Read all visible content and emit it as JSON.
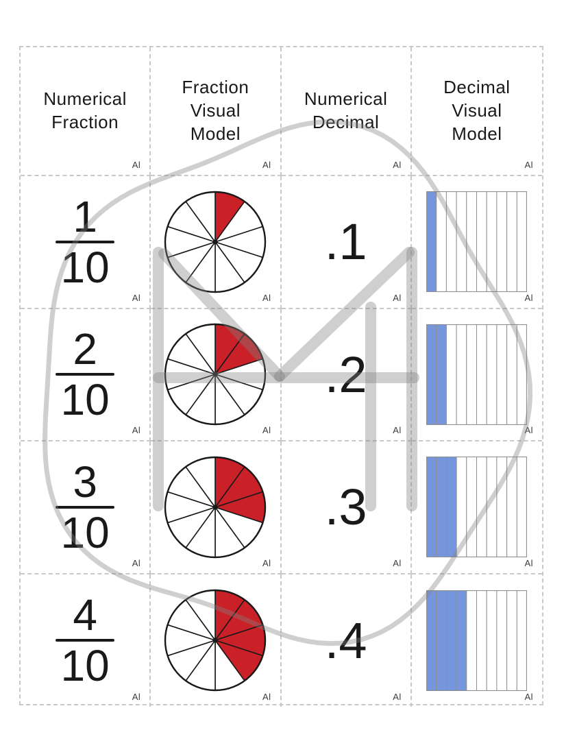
{
  "page": {
    "watermark_label": "Al"
  },
  "colors": {
    "shaded_red": "#C92127",
    "shaded_blue": "#7596DC",
    "line_black": "#191919",
    "grid_gray": "#8f8f8f",
    "dash_gray": "#c8c8c8",
    "watermark_gray": "rgba(128,128,128,0.38)"
  },
  "headers": [
    {
      "label": "Numerical\nFraction"
    },
    {
      "label": "Fraction\nVisual\nModel"
    },
    {
      "label": "Numerical\nDecimal"
    },
    {
      "label": "Decimal\nVisual\nModel"
    }
  ],
  "rows": [
    {
      "fraction": {
        "numerator": "1",
        "denominator": "10"
      },
      "pie": {
        "shaded": 1,
        "total": 10
      },
      "decimal": ".1",
      "strips": {
        "shaded": 1,
        "total": 10
      }
    },
    {
      "fraction": {
        "numerator": "2",
        "denominator": "10"
      },
      "pie": {
        "shaded": 2,
        "total": 10
      },
      "decimal": ".2",
      "strips": {
        "shaded": 2,
        "total": 10
      }
    },
    {
      "fraction": {
        "numerator": "3",
        "denominator": "10"
      },
      "pie": {
        "shaded": 3,
        "total": 10
      },
      "decimal": ".3",
      "strips": {
        "shaded": 3,
        "total": 10
      }
    },
    {
      "fraction": {
        "numerator": "4",
        "denominator": "10"
      },
      "pie": {
        "shaded": 4,
        "total": 10
      },
      "decimal": ".4",
      "strips": {
        "shaded": 4,
        "total": 10
      }
    }
  ]
}
